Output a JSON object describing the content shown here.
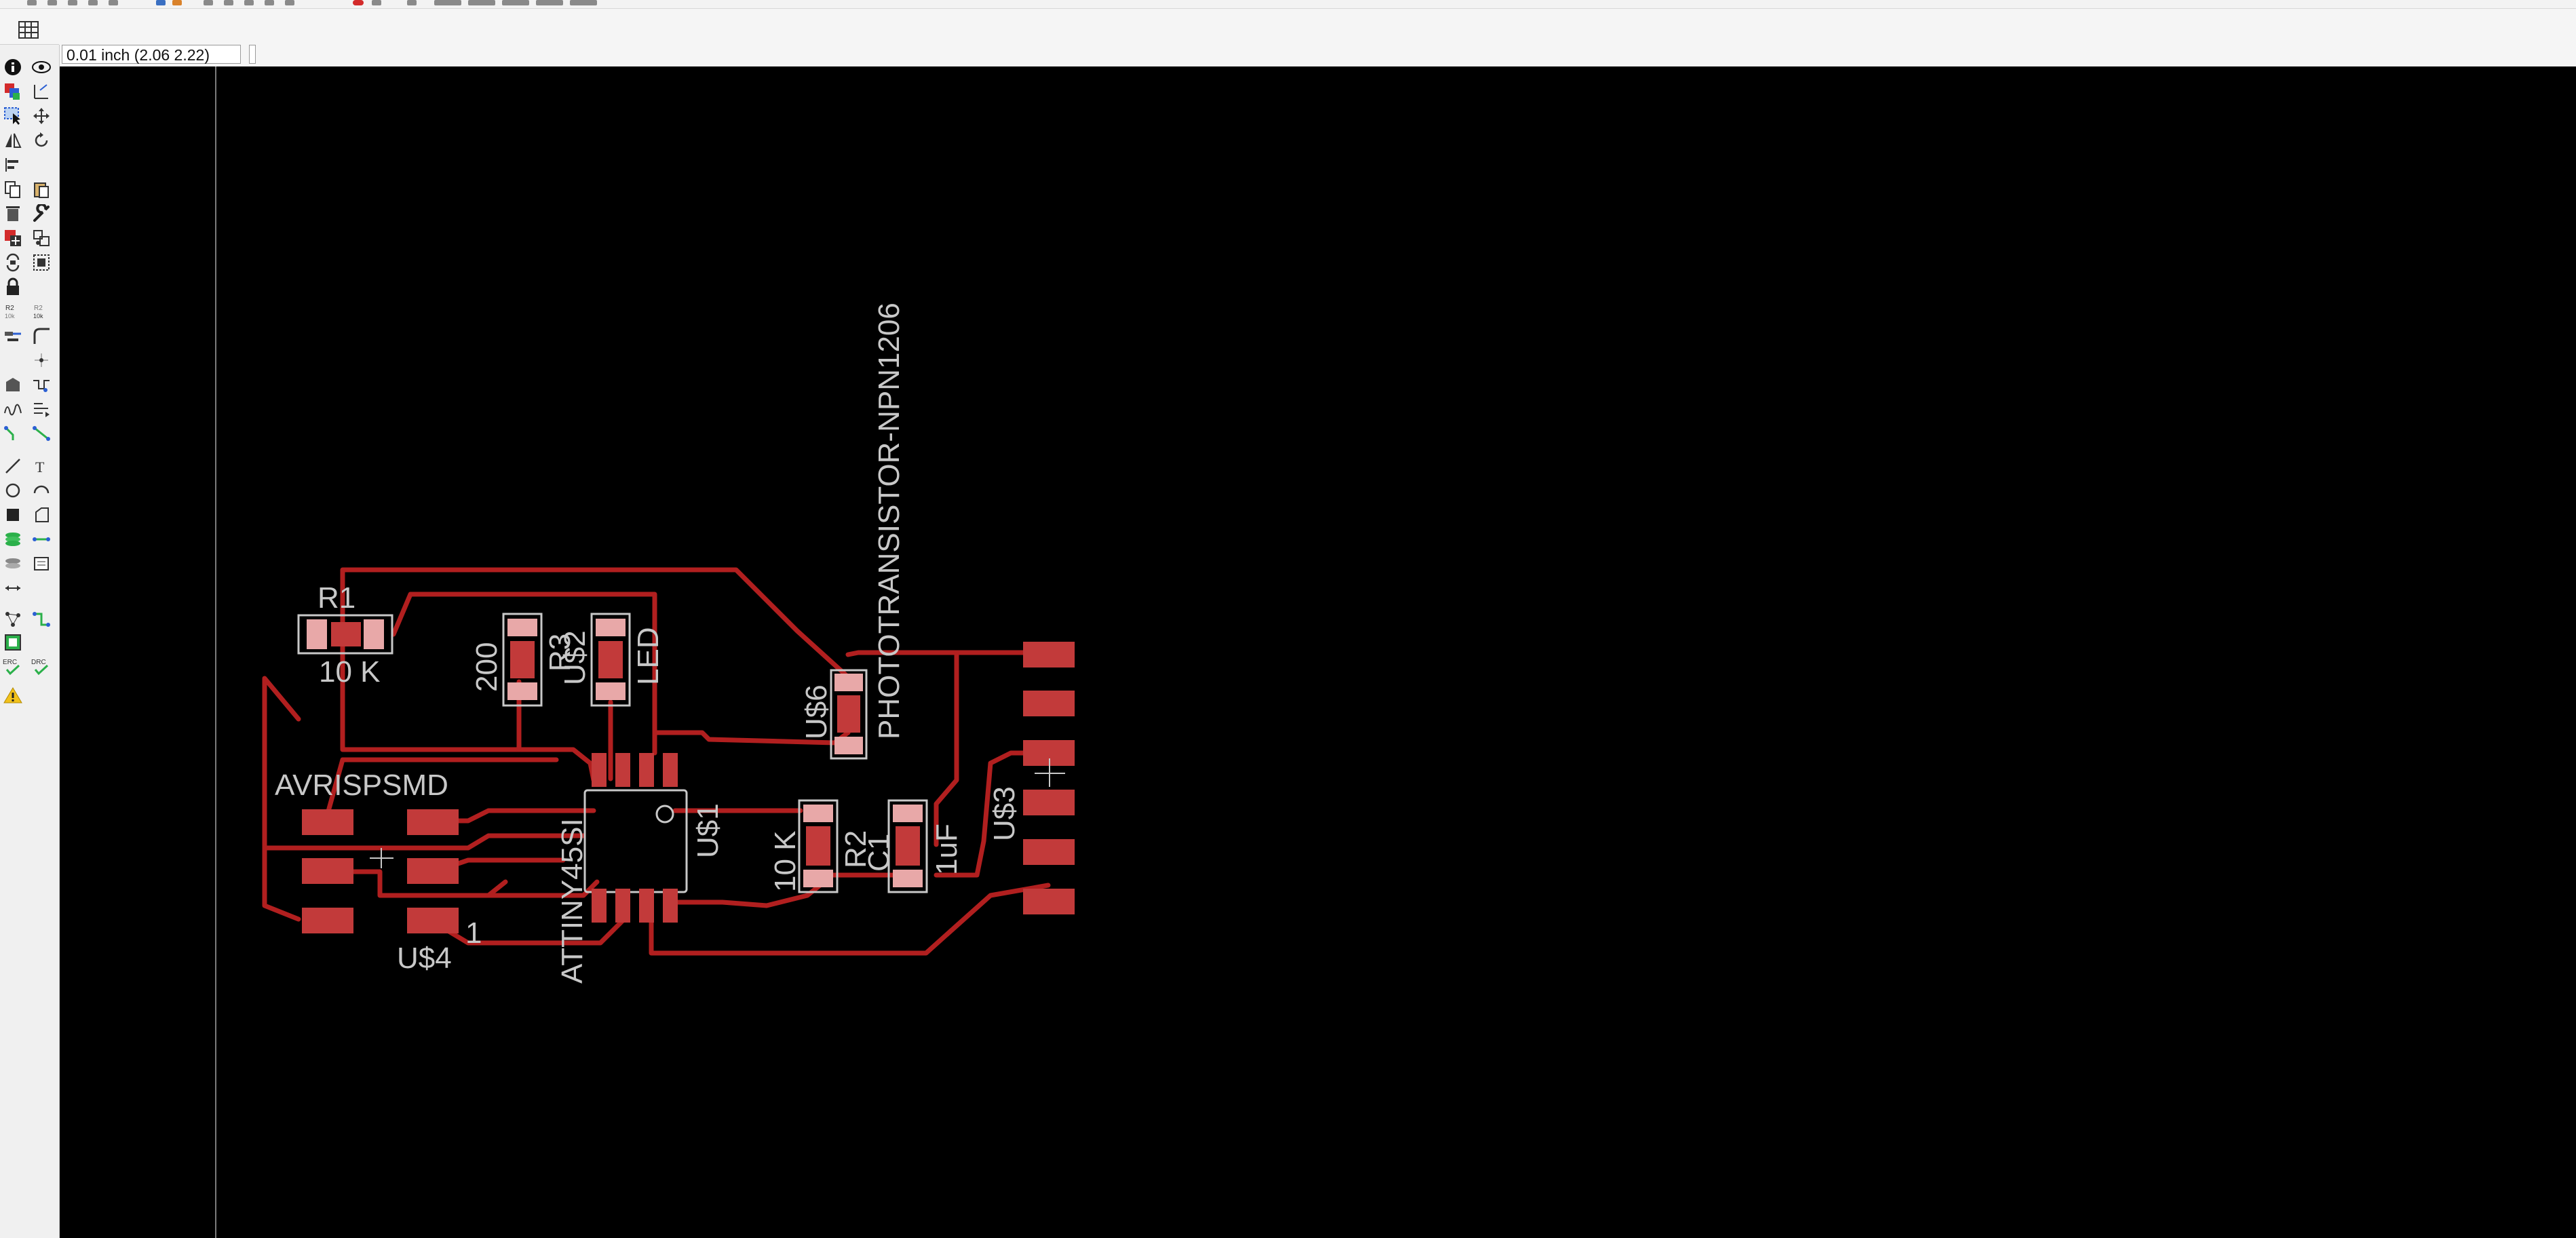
{
  "toolbar": {
    "grid_icon": "grid-icon"
  },
  "coordinate_display": "0.01 inch (2.06 2.22)",
  "command_line_value": "",
  "left_tools": [
    {
      "name": "info-icon"
    },
    {
      "name": "eye-icon"
    },
    {
      "name": "layers-icon"
    },
    {
      "name": "mark-icon"
    },
    {
      "name": "select-icon"
    },
    {
      "name": "move-icon"
    },
    {
      "name": "mirror-icon"
    },
    {
      "name": "rotate-icon"
    },
    {
      "name": "align-icon"
    },
    {
      "name": "copy-icon"
    },
    {
      "name": "paste-icon"
    },
    {
      "name": "delete-icon"
    },
    {
      "name": "wrench-icon"
    },
    {
      "name": "add-icon"
    },
    {
      "name": "replace-icon"
    },
    {
      "name": "change-icon"
    },
    {
      "name": "group-icon"
    },
    {
      "name": "lock-icon"
    },
    {
      "name": "name-icon"
    },
    {
      "name": "value-icon"
    },
    {
      "name": "split-icon"
    },
    {
      "name": "miter-icon"
    },
    {
      "name": "optimize-icon"
    },
    {
      "name": "smash-icon"
    },
    {
      "name": "meander-icon"
    },
    {
      "name": "ripup-icon"
    },
    {
      "name": "route-icon"
    },
    {
      "name": "autoroute-icon"
    },
    {
      "name": "line-icon"
    },
    {
      "name": "text-icon"
    },
    {
      "name": "circle-icon"
    },
    {
      "name": "arc-icon"
    },
    {
      "name": "rect-icon"
    },
    {
      "name": "polygon-icon"
    },
    {
      "name": "via-icon"
    },
    {
      "name": "signal-icon"
    },
    {
      "name": "hole-icon"
    },
    {
      "name": "attribute-icon"
    },
    {
      "name": "dimension-icon"
    },
    {
      "name": "ratsnest-icon"
    },
    {
      "name": "auto-icon"
    },
    {
      "name": "ratsnest2-icon"
    },
    {
      "name": "erc-icon"
    },
    {
      "name": "drc-icon"
    },
    {
      "name": "warning-icon"
    }
  ],
  "tool_labels": {
    "erc": "ERC",
    "drc": "DRC",
    "name_small": "R2 10k",
    "value_small": "R2 10k"
  },
  "colors": {
    "trace": "#b11f1f",
    "pad": "#c23a3a",
    "pad_light": "#e8a8a8",
    "silk": "#c8c8c8",
    "canvas": "#000000"
  },
  "board": {
    "labels": {
      "r1_name": "R1",
      "r1_value": "10 K",
      "r3_value": "200",
      "r3_name": "R3",
      "u2_name": "U$2",
      "u2_value": "LED",
      "u6_name": "U$6",
      "u6_value": "PHOTOTRANSISTOR-NPN1206",
      "avrisp_value": "AVRISPSMD",
      "u4_name": "U$4",
      "u4_pin1": "1",
      "attiny_value": "ATTINY45SI",
      "u1_name": "U$1",
      "r2_value": "10 K",
      "r2_name": "R2",
      "c1_name": "C1",
      "c1_value": "1uF",
      "u3_name": "U$3"
    }
  }
}
